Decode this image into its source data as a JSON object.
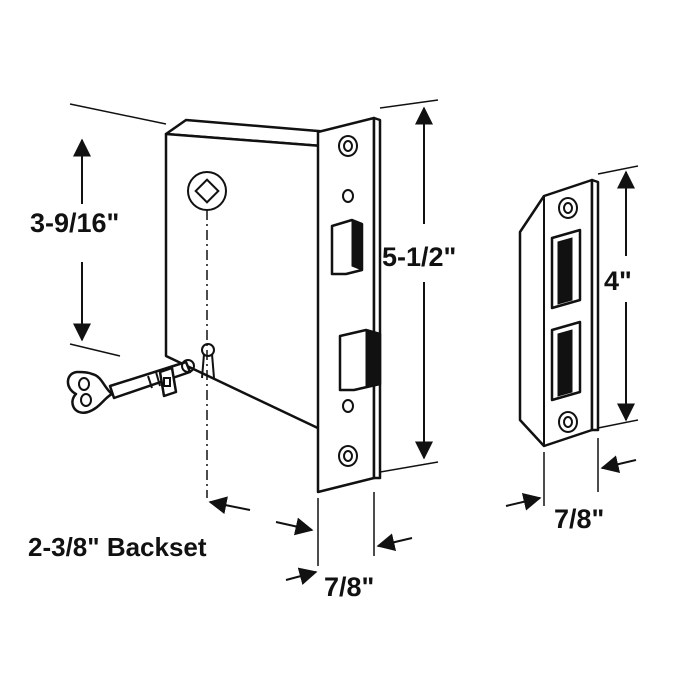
{
  "diagram": {
    "labels": {
      "case_height": "3-9/16\"",
      "faceplate_height": "5-1/2\"",
      "strike_height": "4\"",
      "backset": "2-3/8\" Backset",
      "faceplate_width": "7/8\"",
      "strike_width": "7/8\""
    },
    "colors": {
      "line": "#111111",
      "background": "#ffffff"
    },
    "parts": [
      "mortise-lock-body",
      "faceplate",
      "latch-bolt",
      "dead-bolt",
      "skeleton-key",
      "strike-plate"
    ]
  }
}
